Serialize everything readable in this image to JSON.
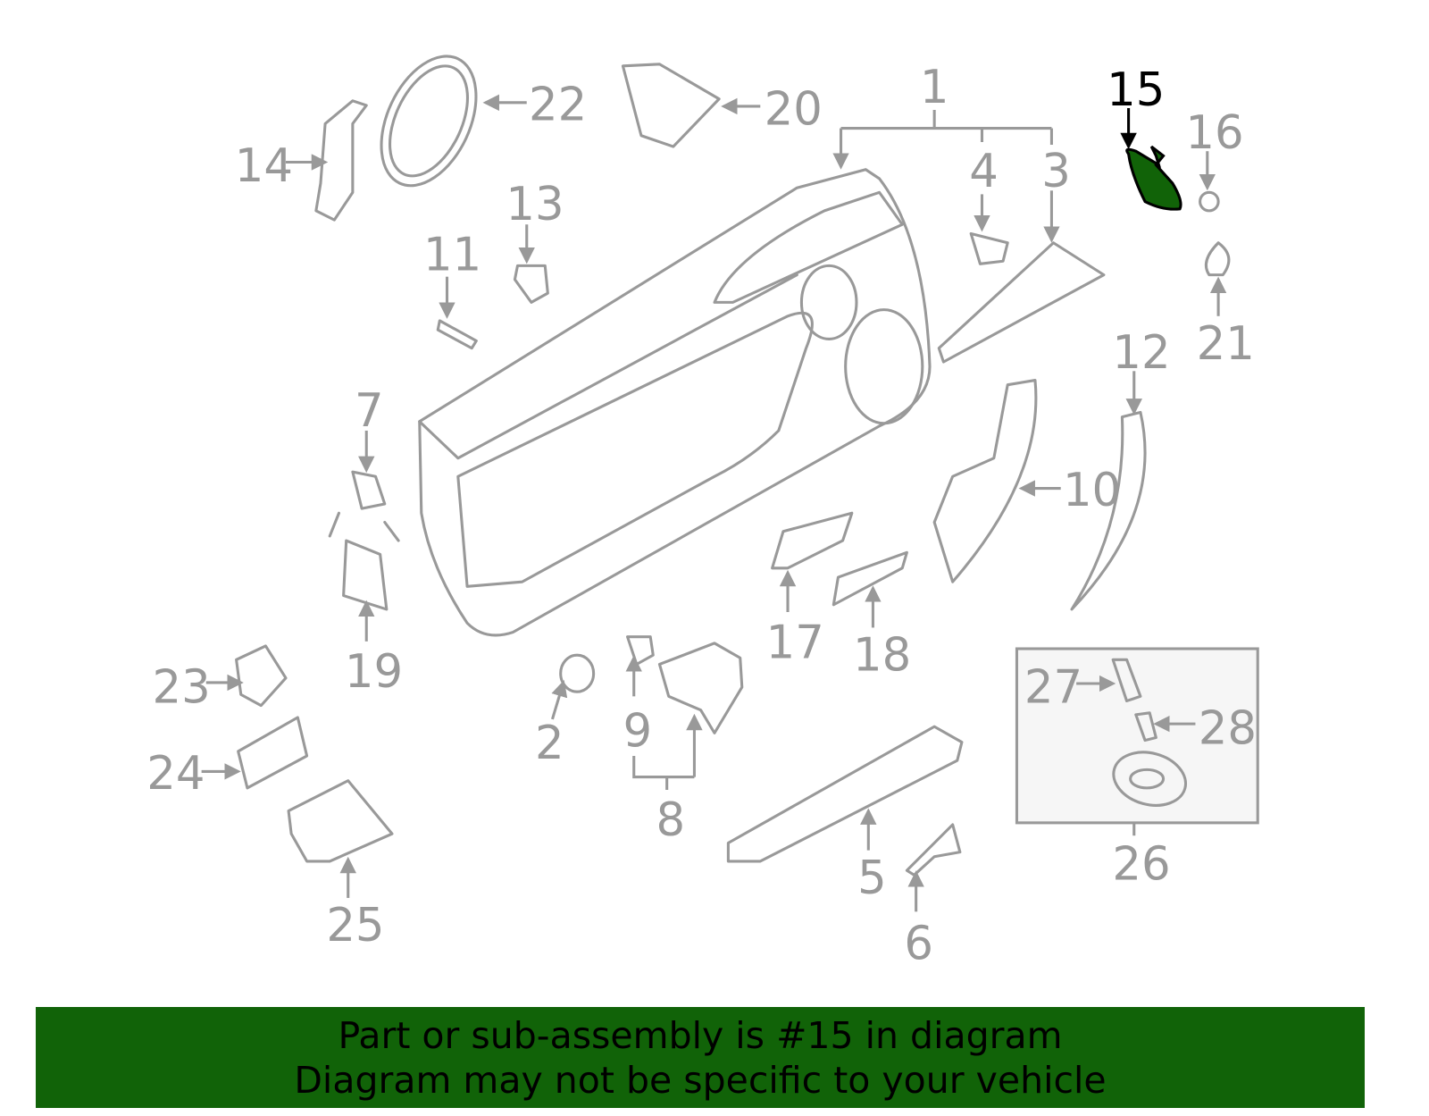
{
  "diagram": {
    "highlighted_part": "15",
    "highlight_color": "#116308",
    "line_color": "#999999",
    "callouts": [
      "1",
      "2",
      "3",
      "4",
      "5",
      "6",
      "7",
      "8",
      "9",
      "10",
      "11",
      "12",
      "13",
      "14",
      "15",
      "16",
      "17",
      "18",
      "19",
      "20",
      "21",
      "22",
      "23",
      "24",
      "25",
      "26",
      "27",
      "28"
    ]
  },
  "banner": {
    "line1": "Part or sub-assembly is #15 in diagram",
    "line2": "Diagram may not be specific to your vehicle",
    "background": "#116308"
  }
}
